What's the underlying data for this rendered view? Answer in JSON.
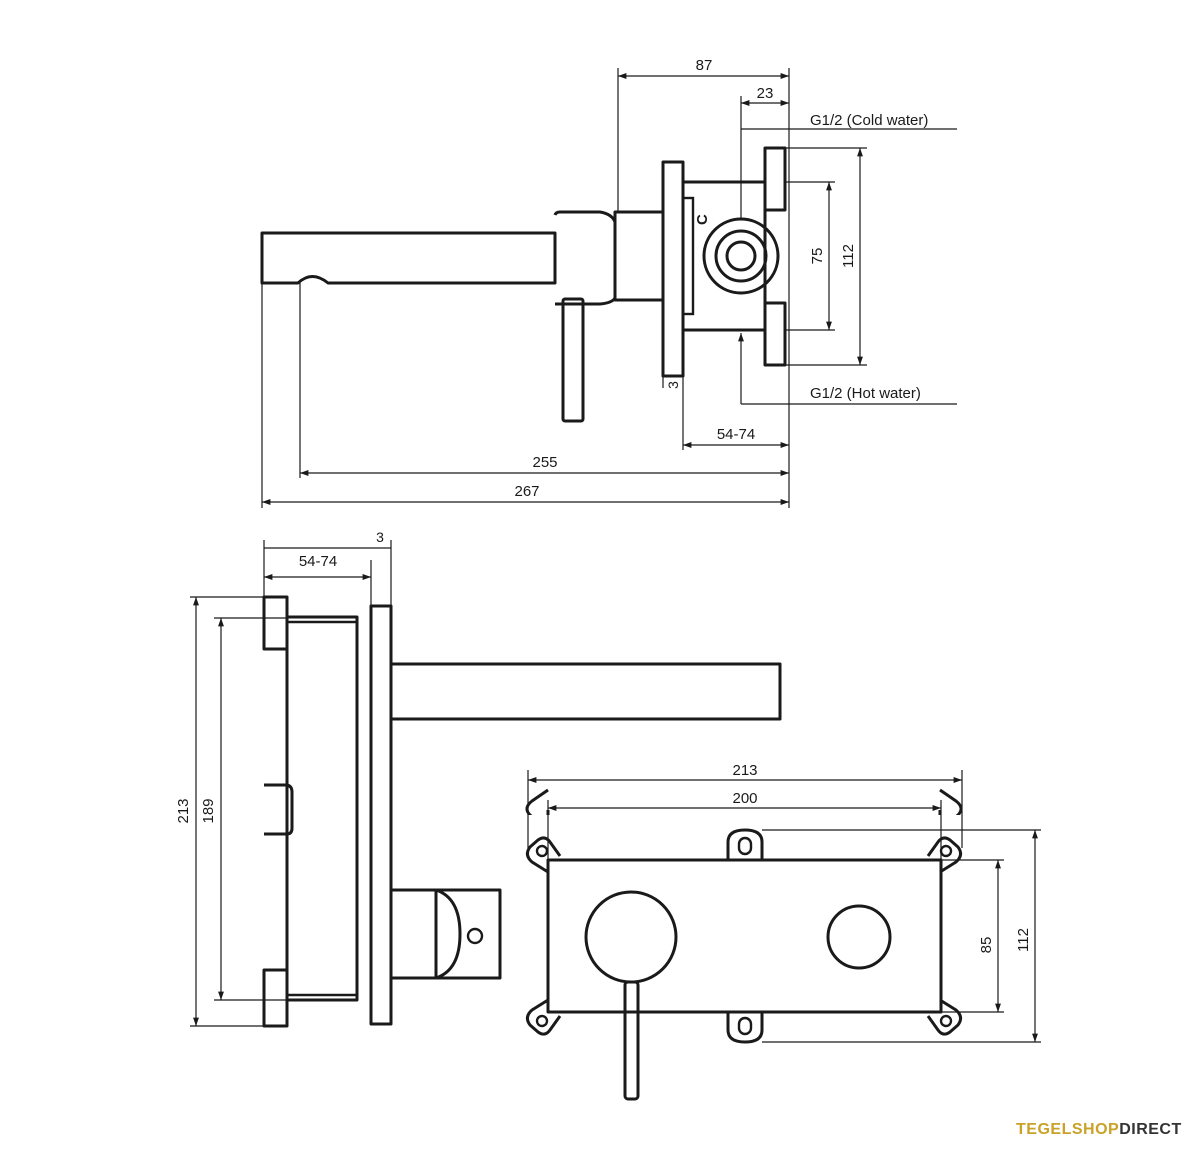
{
  "top_view": {
    "dim_87": "87",
    "dim_23": "23",
    "label_cold": "G1/2 (Cold water)",
    "label_hot": "G1/2 (Hot water)",
    "label_c": "C",
    "dim_75": "75",
    "dim_112": "112",
    "dim_3": "3",
    "dim_54_74": "54-74",
    "dim_255": "255",
    "dim_267": "267"
  },
  "side_view": {
    "dim_54_74": "54-74",
    "dim_3": "3",
    "dim_213": "213",
    "dim_189": "189"
  },
  "front_view": {
    "dim_213": "213",
    "dim_200": "200",
    "dim_85": "85",
    "dim_112": "112"
  },
  "brand": {
    "part1": "TEGELSHOP",
    "part2": "DIRECT"
  },
  "colors": {
    "line": "#1a1a1a",
    "brand_gold": "#c9a227",
    "brand_dark": "#333333"
  }
}
